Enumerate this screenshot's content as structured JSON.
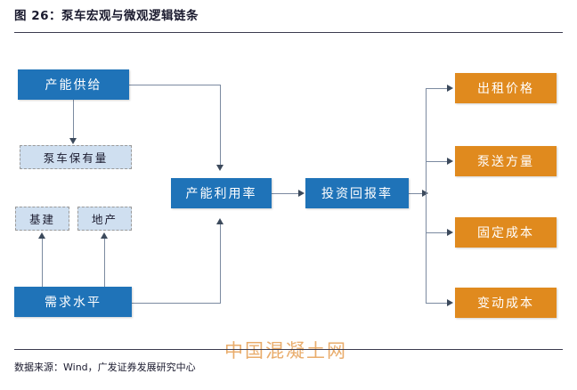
{
  "figure": {
    "title": "图 26：泵车宏观与微观逻辑链条",
    "source": "数据来源：Wind，广发证券发展研究中心",
    "watermark": "中国混凝土网"
  },
  "colors": {
    "blue": "#1f73b8",
    "orange": "#e08a1e",
    "dashed_fill": "#cfdff0",
    "dashed_border": "#9a9a9a",
    "connector": "#7b8aa0",
    "watermark": "#e8a864",
    "rule": "#3b3b4f"
  },
  "nodes": {
    "supply": {
      "label": "产能供给",
      "style": "blue"
    },
    "pump_ownership": {
      "label": "泵车保有量",
      "style": "dashed"
    },
    "infrastructure": {
      "label": "基建",
      "style": "dashed"
    },
    "real_estate": {
      "label": "地产",
      "style": "dashed"
    },
    "demand_level": {
      "label": "需求水平",
      "style": "blue"
    },
    "capacity_utilization": {
      "label": "产能利用率",
      "style": "blue"
    },
    "investment_return": {
      "label": "投资回报率",
      "style": "blue"
    },
    "rental_price": {
      "label": "出租价格",
      "style": "orange"
    },
    "pumping_volume": {
      "label": "泵送方量",
      "style": "orange"
    },
    "fixed_cost": {
      "label": "固定成本",
      "style": "orange"
    },
    "variable_cost": {
      "label": "变动成本",
      "style": "orange"
    }
  },
  "edges": [
    {
      "from": "supply",
      "to": "pump_ownership",
      "kind": "vertical-down"
    },
    {
      "from": "supply",
      "to": "capacity_utilization",
      "kind": "right-then-down"
    },
    {
      "from": "demand_level",
      "to": "infrastructure",
      "kind": "vertical-up"
    },
    {
      "from": "demand_level",
      "to": "real_estate",
      "kind": "vertical-up"
    },
    {
      "from": "demand_level",
      "to": "capacity_utilization",
      "kind": "right-then-up"
    },
    {
      "from": "capacity_utilization",
      "to": "investment_return",
      "kind": "horizontal-right"
    },
    {
      "from": "investment_return",
      "to": "rental_price",
      "kind": "trunk-branch"
    },
    {
      "from": "investment_return",
      "to": "pumping_volume",
      "kind": "trunk-branch"
    },
    {
      "from": "investment_return",
      "to": "fixed_cost",
      "kind": "trunk-branch"
    },
    {
      "from": "investment_return",
      "to": "variable_cost",
      "kind": "trunk-branch"
    }
  ]
}
